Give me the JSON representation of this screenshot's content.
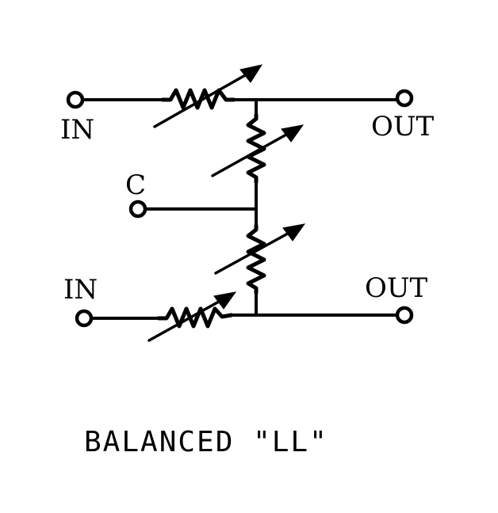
{
  "labels": {
    "in_top": "IN",
    "out_top": "OUT",
    "common": "C",
    "in_bottom": "IN",
    "out_bottom": "OUT"
  },
  "caption": "BALANCED \"LL\""
}
